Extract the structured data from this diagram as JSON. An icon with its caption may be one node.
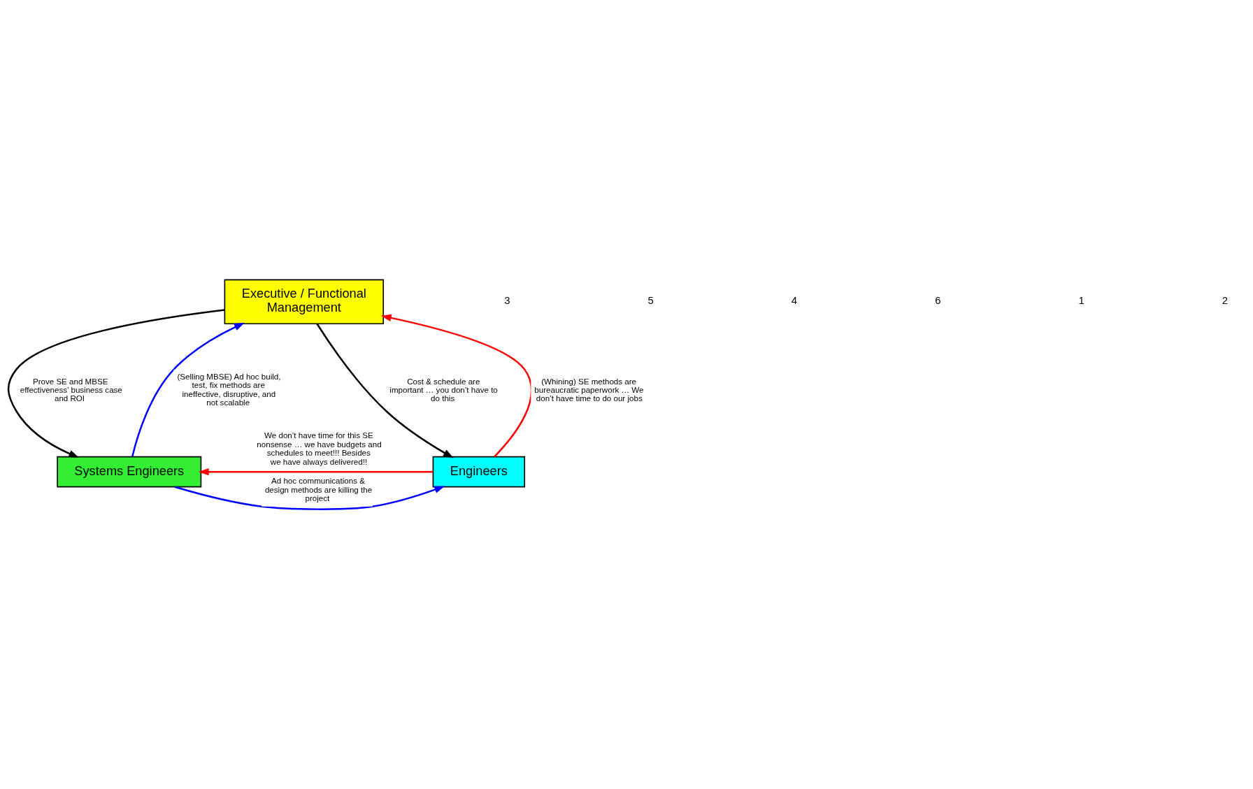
{
  "diagram": {
    "nodes": [
      {
        "text": [
          "Executive / Functional Management"
        ]
      },
      {
        "text": [
          "Systems Engineers"
        ]
      },
      {
        "text": [
          "Engineers"
        ]
      }
    ],
    "edges": [
      {
        "from": 1,
        "to": 0,
        "arrow": "to",
        "color": "#0000ff",
        "label": "(Selling MBSE) Ad hoc build, test, fix methods are ineffective, disruptive, and not scalable"
      },
      {
        "from": 2,
        "to": 0,
        "arrow": "to",
        "color": "#ff0000",
        "label": "(Whining) SE methods are bureaucratic paperwork … We don’t have time to do our jobs"
      },
      {
        "from": 0,
        "to": 1,
        "arrow": "to",
        "color": "#000000",
        "label": "Prove SE and MBSE effectiveness’ business case and ROI"
      },
      {
        "from": 0,
        "to": 2,
        "arrow": "to",
        "color": "#000000",
        "label": "Cost & schedule are important … you don’t have to do this"
      },
      {
        "from": 1,
        "to": 2,
        "arrow": "to",
        "color": "#0000ff",
        "label": "Ad hoc communications & design methods are killing the project"
      },
      {
        "from": 2,
        "to": 1,
        "arrow": "to",
        "color": "#ff0000",
        "label": "We don’t have time for this SE nonsense … we have budgets and schedules to meet!!! Besides we have always delivered!!"
      }
    ],
    "labels": [
      "3",
      "5",
      "4",
      "6",
      "1",
      "2"
    ]
  }
}
